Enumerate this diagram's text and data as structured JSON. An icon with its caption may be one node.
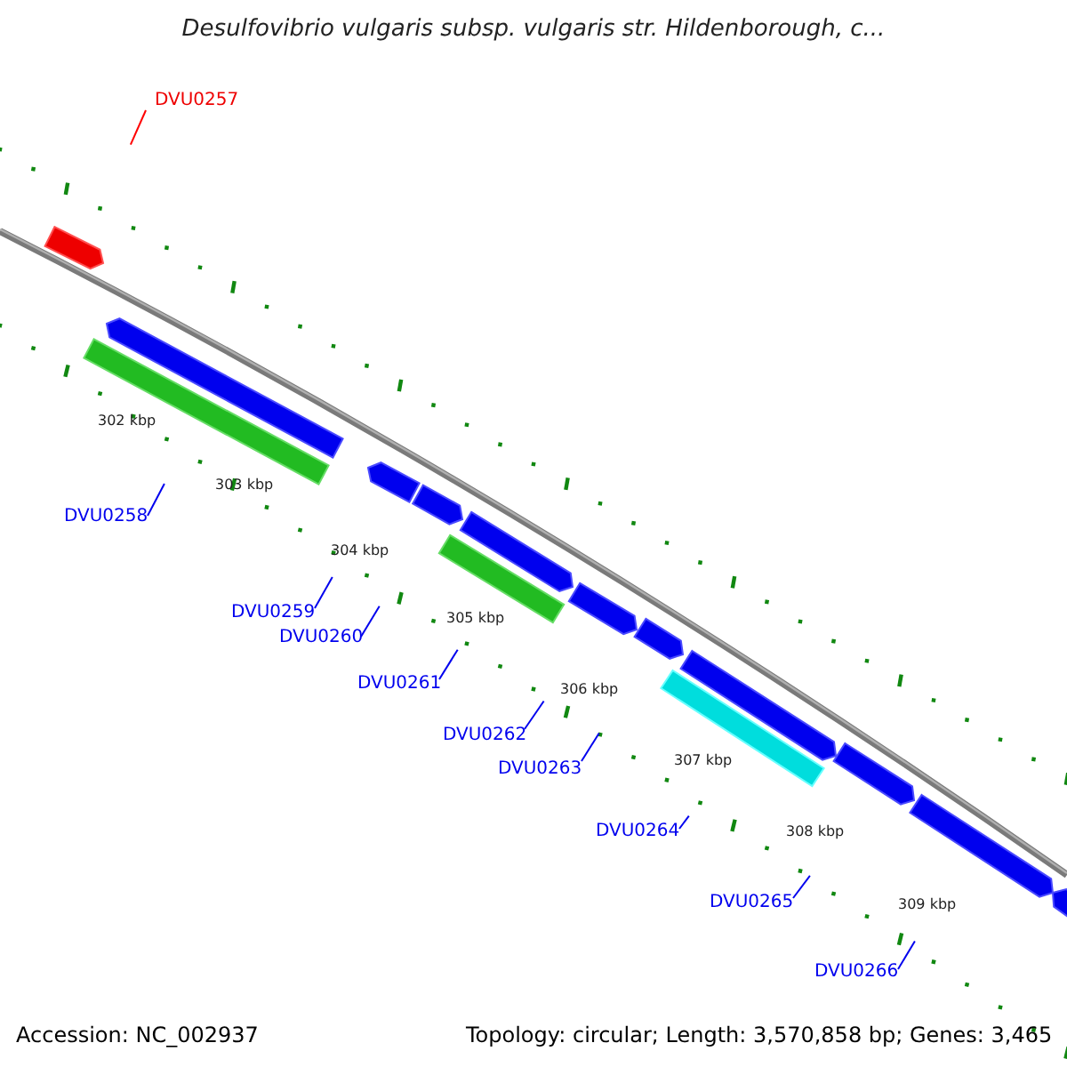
{
  "diagram": {
    "title": "Desulfovibrio vulgaris subsp. vulgaris str. Hildenborough, c...",
    "nodes": [
      {
        "text": [
          "DVU0257"
        ]
      },
      {
        "text": [
          "DVU0258"
        ]
      },
      {
        "text": [
          "DVU0259"
        ]
      },
      {
        "text": [
          "DVU0260"
        ]
      },
      {
        "text": [
          "DVU0261"
        ]
      },
      {
        "text": [
          "DVU0262"
        ]
      },
      {
        "text": [
          "DVU0263"
        ]
      },
      {
        "text": [
          "DVU0264"
        ]
      },
      {
        "text": [
          "DVU0265"
        ]
      },
      {
        "text": [
          "DVU0266"
        ]
      }
    ],
    "edges": [
      {
        "from": 0,
        "to": null,
        "arrow": "none",
        "color": "#ff0000"
      },
      {
        "from": 1,
        "to": null,
        "arrow": "none"
      },
      {
        "from": 2,
        "to": null,
        "arrow": "none"
      },
      {
        "from": 3,
        "to": null,
        "arrow": "none"
      },
      {
        "from": 4,
        "to": null,
        "arrow": "none"
      },
      {
        "from": 5,
        "to": null,
        "arrow": "none"
      },
      {
        "from": 6,
        "to": null,
        "arrow": "none"
      },
      {
        "from": 7,
        "to": null,
        "arrow": "none"
      },
      {
        "from": 8,
        "to": null,
        "arrow": "none"
      },
      {
        "from": 9,
        "to": null,
        "arrow": "none"
      }
    ],
    "labels": [
      "302 kbp",
      "303 kbp",
      "304 kbp",
      "305 kbp",
      "306 kbp",
      "307 kbp",
      "308 kbp",
      "309 kbp",
      "Accession: NC_002937",
      "Topology: circular; Length: 3,570,858 bp; Genes: 3,465"
    ]
  }
}
